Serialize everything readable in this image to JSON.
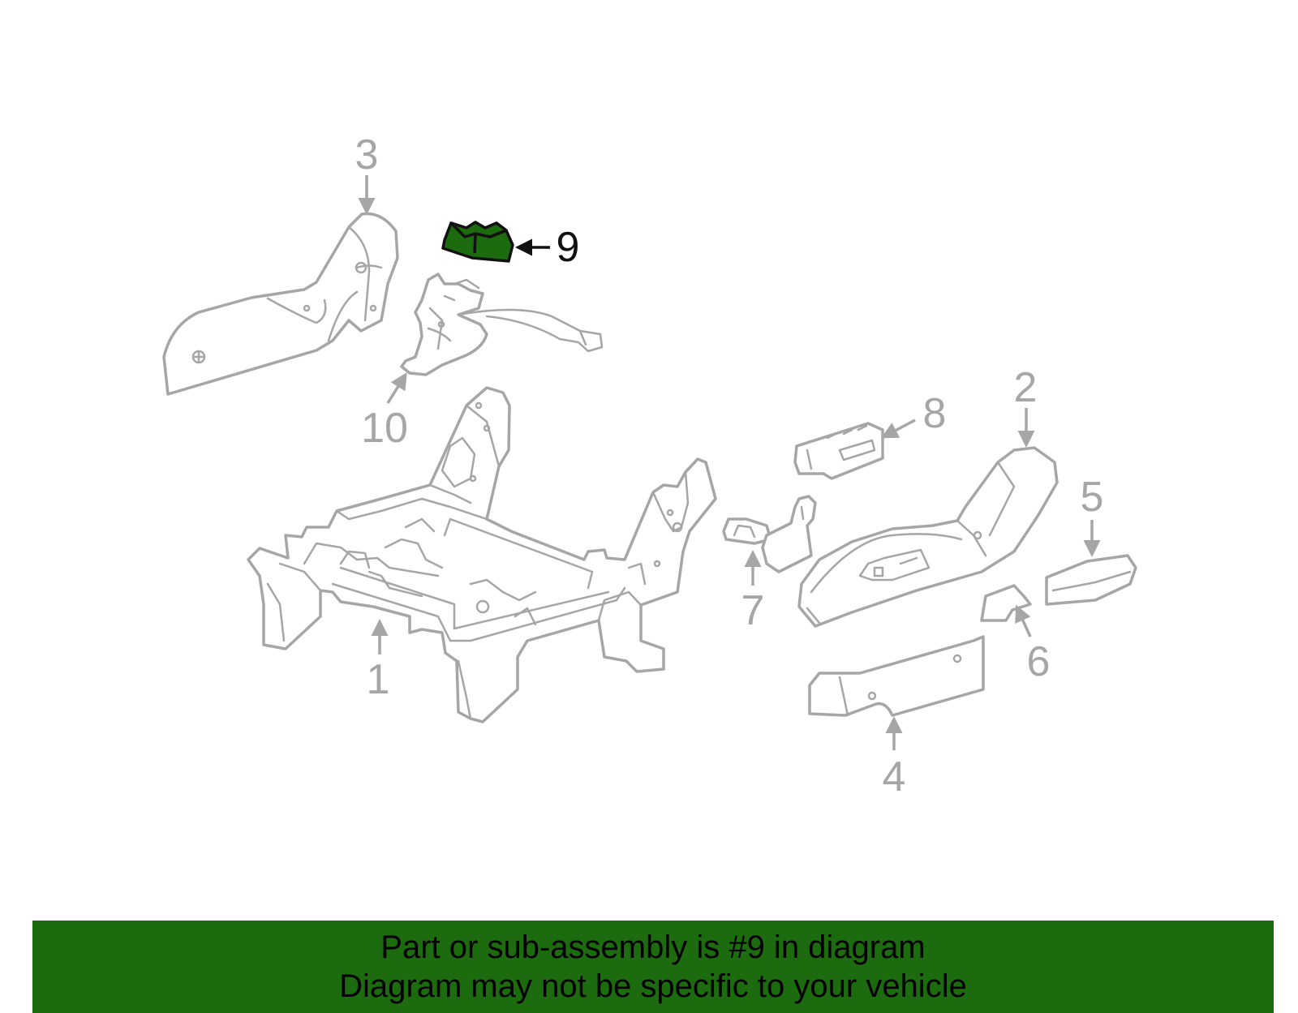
{
  "colors": {
    "line": "#a6a6a6",
    "highlight": "#1d6b0f",
    "banner": "#1d6b0f",
    "highlight_text": "#111111",
    "background": "#ffffff"
  },
  "callouts": [
    {
      "id": "1",
      "label": "1"
    },
    {
      "id": "2",
      "label": "2"
    },
    {
      "id": "3",
      "label": "3"
    },
    {
      "id": "4",
      "label": "4"
    },
    {
      "id": "5",
      "label": "5"
    },
    {
      "id": "6",
      "label": "6"
    },
    {
      "id": "7",
      "label": "7"
    },
    {
      "id": "8",
      "label": "8"
    },
    {
      "id": "9",
      "label": "9",
      "highlighted": true
    },
    {
      "id": "10",
      "label": "10"
    }
  ],
  "banner": {
    "line1": "Part or sub-assembly is #9 in diagram",
    "line2": "Diagram may not be specific to your vehicle"
  }
}
